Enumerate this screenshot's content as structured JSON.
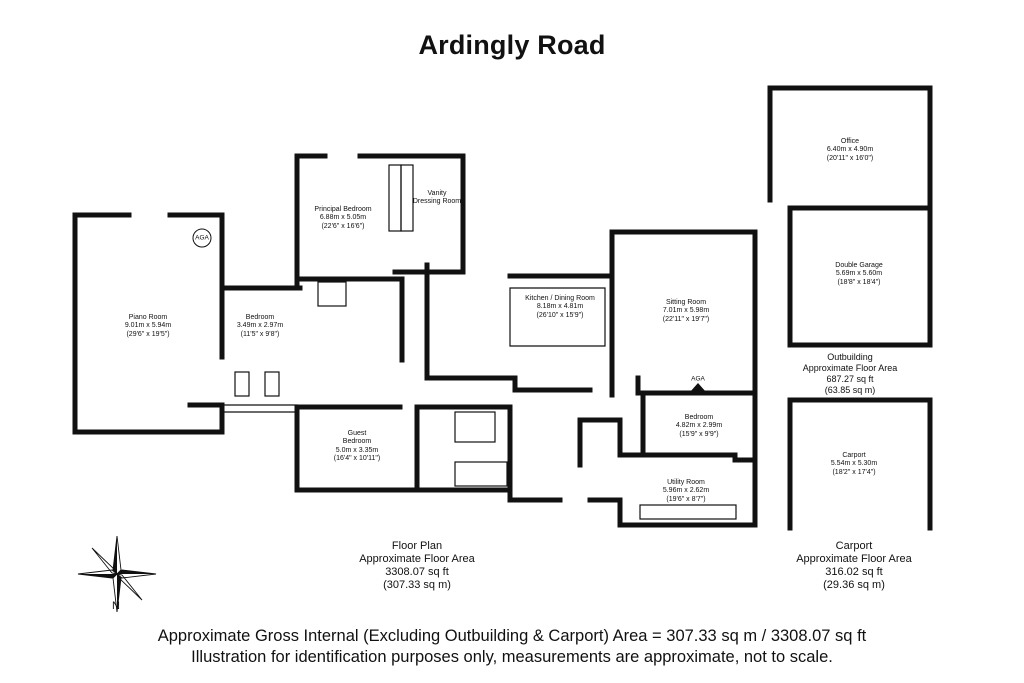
{
  "title": "Ardingly Road",
  "rooms": {
    "piano_room": {
      "name": "Piano Room",
      "metric": "9.01m x 5.94m",
      "imperial": "(29'6\" x 19'5\")"
    },
    "bedroom_small": {
      "name": "Bedroom",
      "metric": "3.49m x 2.97m",
      "imperial": "(11'5\" x 9'8\")"
    },
    "principal_bedroom": {
      "name": "Principal Bedroom",
      "metric": "6.88m x 5.05m",
      "imperial": "(22'6\" x 16'6\")"
    },
    "vanity": {
      "line1": "Vanity",
      "line2": "Dressing Room"
    },
    "kitchen": {
      "name": "Kitchen / Dining Room",
      "metric": "8.18m x 4.81m",
      "imperial": "(26'10\" x 15'9\")"
    },
    "sitting_room": {
      "name": "Sitting Room",
      "metric": "7.01m x 5.98m",
      "imperial": "(22'11\" x 19'7\")"
    },
    "guest_bedroom": {
      "line1": "Guest",
      "line2": "Bedroom",
      "metric": "5.0m x 3.35m",
      "imperial": "(16'4\" x 10'11\")"
    },
    "bedroom_right": {
      "name": "Bedroom",
      "metric": "4.82m x 2.99m",
      "imperial": "(15'9\" x 9'9\")"
    },
    "utility_room": {
      "name": "Utility Room",
      "metric": "5.96m x 2.62m",
      "imperial": "(19'6\" x 8'7\")"
    },
    "office": {
      "name": "Office",
      "metric": "6.40m x 4.90m",
      "imperial": "(20'11\" x 16'0\")"
    },
    "double_garage": {
      "name": "Double Garage",
      "metric": "5.69m x 5.60m",
      "imperial": "(18'8\" x 18'4\")"
    },
    "carport": {
      "name": "Carport",
      "metric": "5.54m x 5.30m",
      "imperial": "(18'2\" x 17'4\")"
    }
  },
  "aga_labels": {
    "piano": "AGA",
    "sitting": "AGA"
  },
  "areas": {
    "outbuilding": {
      "line1": "Outbuilding",
      "line2": "Approximate Floor Area",
      "line3": "687.27 sq ft",
      "line4": "(63.85 sq m)"
    },
    "floor_plan": {
      "line1": "Floor Plan",
      "line2": "Approximate Floor Area",
      "line3": "3308.07 sq ft",
      "line4": "(307.33 sq m)"
    },
    "carport": {
      "line1": "Carport",
      "line2": "Approximate Floor Area",
      "line3": "316.02 sq ft",
      "line4": "(29.36 sq m)"
    }
  },
  "compass_label": "N",
  "footer": {
    "line1": "Approximate Gross Internal (Excluding Outbuilding & Carport) Area = 307.33 sq m / 3308.07 sq ft",
    "line2": "Illustration for identification purposes only, measurements are approximate, not to scale."
  }
}
